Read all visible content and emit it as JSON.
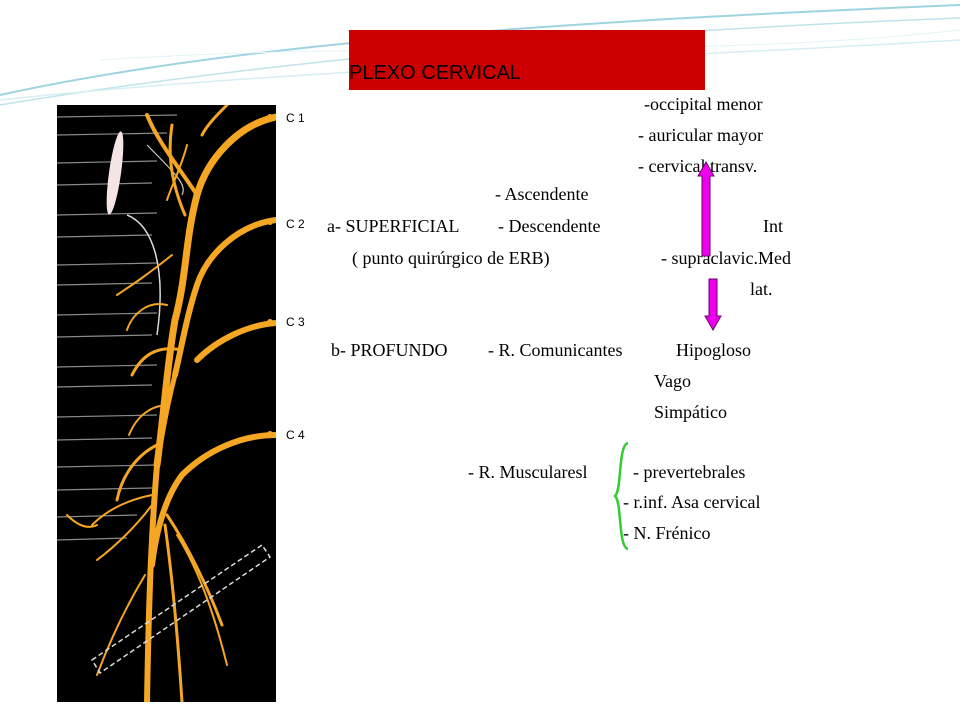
{
  "slide": {
    "title": "PLEXO CERVICAL",
    "vertebra_labels": [
      "C 1",
      "C 2",
      "C 3",
      "C 4"
    ],
    "lines": {
      "occipital": "-occipital menor",
      "auricular": "- auricular mayor",
      "cervical": "- cervical  transv.",
      "ascendente": "- Ascendente",
      "superficial": "a- SUPERFICIAL",
      "descendente": "- Descendente",
      "int": "Int",
      "erb": "( punto quirúrgico de ERB)",
      "supraclavic": "- supraclavic.Med",
      "lat": "lat.",
      "profundo": "b- PROFUNDO",
      "comunicantes": "- R. Comunicantes",
      "hipogloso": "Hipogloso",
      "vago": "Vago",
      "simpatico": "Simpático",
      "musculares": "- R. Muscularesl",
      "prevertebrales": "- prevertebrales",
      "asa": "- r.inf. Asa cervical",
      "frenico": "- N. Frénico"
    }
  },
  "colors": {
    "title_bg": "#cc0000",
    "nerve": "#f5a623",
    "arrow_fill": "#ee00ee",
    "brace": "#33cc33"
  }
}
